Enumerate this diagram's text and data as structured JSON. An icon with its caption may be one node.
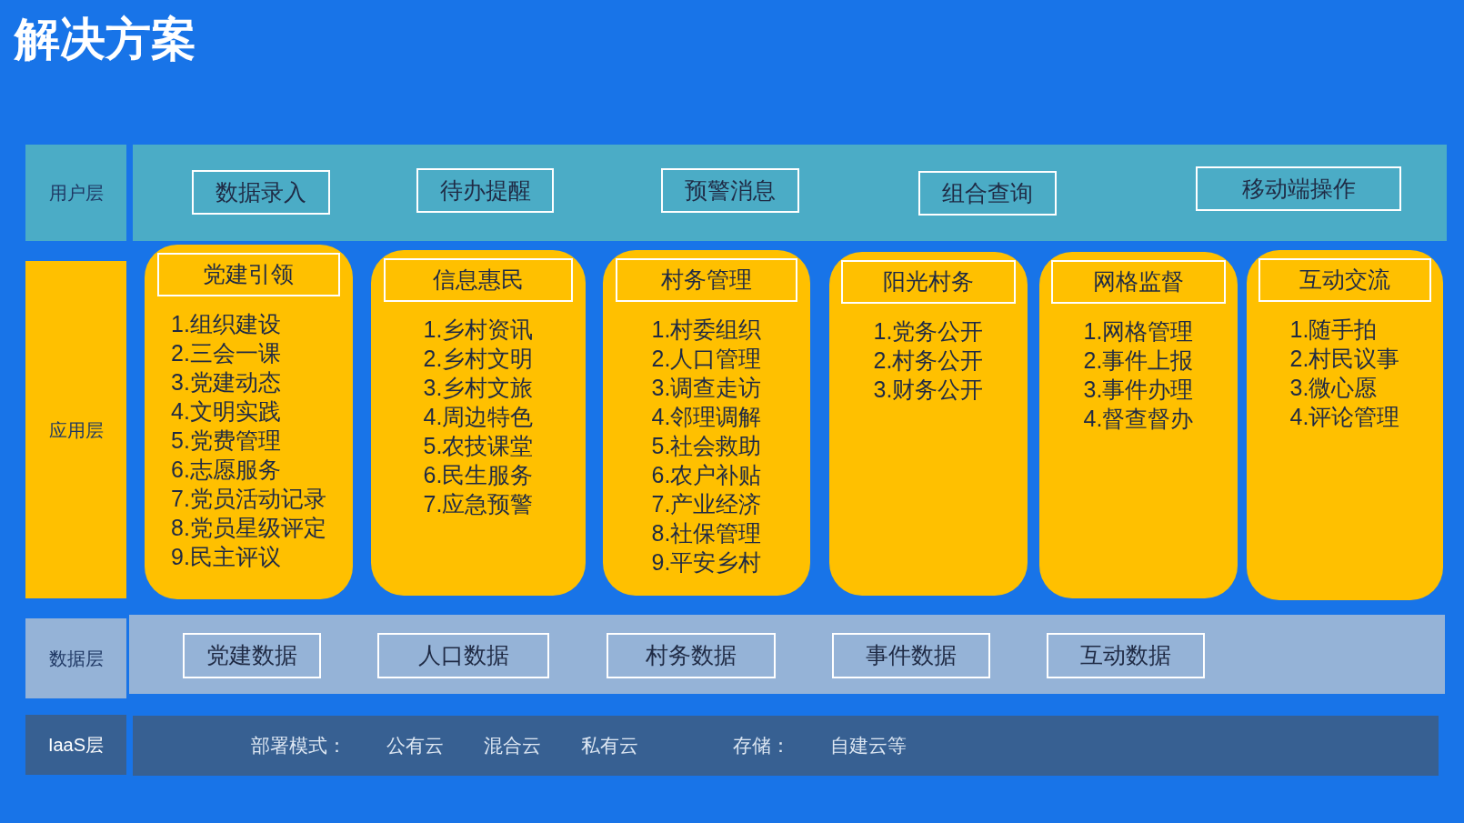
{
  "diagram": {
    "title": "解决方案",
    "nodes": [
      {
        "text": [
          "用户层"
        ]
      },
      {
        "text": [],
        "shape": "box"
      },
      {
        "text": [
          "数据录入"
        ],
        "in": 1
      },
      {
        "text": [
          "待办提醒"
        ],
        "in": 1
      },
      {
        "text": [
          "预警消息"
        ],
        "in": 1
      },
      {
        "text": [
          "组合查询"
        ],
        "in": 1
      },
      {
        "text": [
          "移动端操作"
        ],
        "in": 1
      },
      {
        "text": [
          "应用层"
        ]
      },
      {
        "text": [
          "党建引领",
          "1.组织建设",
          "2.三会一课",
          "3.党建动态",
          "4.文明实践",
          "5.党费管理",
          "6.志愿服务",
          "7.党员活动记录",
          "8.党员星级评定",
          "9.民主评议"
        ]
      },
      {
        "text": [
          "信息惠民",
          "1.乡村资讯",
          "2.乡村文明",
          "3.乡村文旅",
          "4.周边特色",
          "5.农技课堂",
          "6.民生服务",
          "7.应急预警"
        ]
      },
      {
        "text": [
          "村务管理",
          "1.村委组织",
          "2.人口管理",
          "3.调查走访",
          "4.邻理调解",
          "5.社会救助",
          "6.农户补贴",
          "7.产业经济",
          "8.社保管理",
          "9.平安乡村"
        ]
      },
      {
        "text": [
          "阳光村务",
          "1.党务公开",
          "2.村务公开",
          "3.财务公开"
        ]
      },
      {
        "text": [
          "网格监督",
          "1.网格管理",
          "2.事件上报",
          "3.事件办理",
          "4.督查督办"
        ]
      },
      {
        "text": [
          "互动交流",
          "1.随手拍",
          "2.村民议事",
          "3.微心愿",
          "4.评论管理"
        ]
      },
      {
        "text": [
          "数据层"
        ]
      },
      {
        "text": [],
        "shape": "box"
      },
      {
        "text": [
          "党建数据"
        ],
        "in": 15
      },
      {
        "text": [
          "人口数据"
        ],
        "in": 15
      },
      {
        "text": [
          "村务数据"
        ],
        "in": 15
      },
      {
        "text": [
          "事件数据"
        ],
        "in": 15
      },
      {
        "text": [
          "互动数据"
        ],
        "in": 15
      },
      {
        "text": [
          "IaaS层"
        ]
      },
      {
        "text": [
          "部署模式：",
          "公有云",
          "混合云",
          "私有云",
          "存储：",
          "自建云等"
        ]
      }
    ]
  }
}
